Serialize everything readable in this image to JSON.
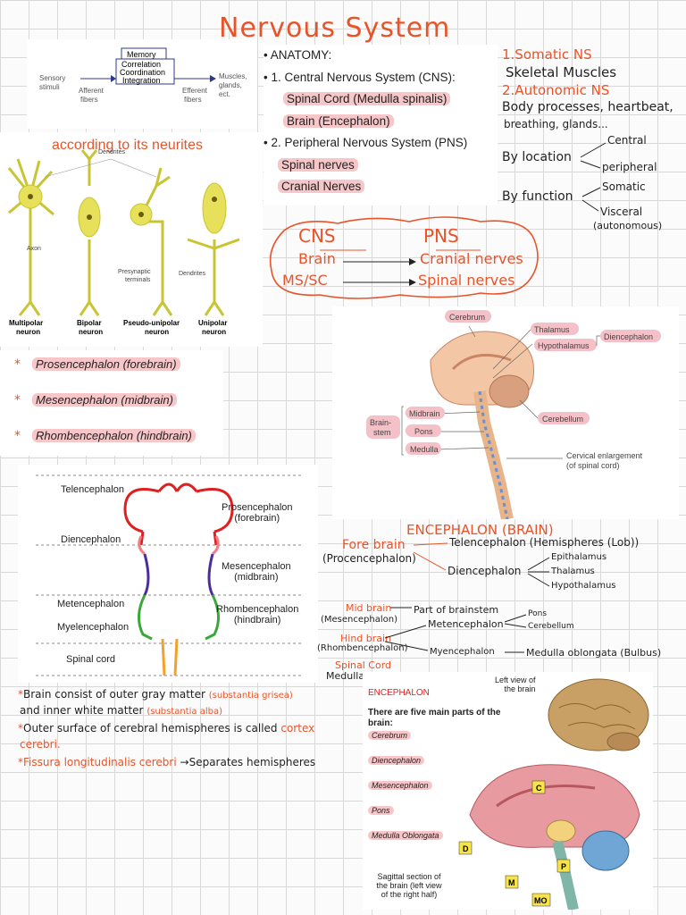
{
  "title": "Nervous System",
  "flow_diagram": {
    "memory": "Memory",
    "correlation": "Correlation",
    "coordination": "Coordination",
    "integration": "Integration",
    "sensory": [
      "Sensory",
      "stimuli"
    ],
    "afferent": [
      "Afferent",
      "fibers"
    ],
    "efferent": [
      "Efferent",
      "fibers"
    ],
    "muscles": [
      "Muscles,",
      "glands,",
      "ect."
    ]
  },
  "anatomy": {
    "header": "• ANATOMY:",
    "cns": "• 1. Central Nervous System (CNS):",
    "spinal_cord": "Spinal Cord (Medulla spinalis)",
    "brain": "Brain (Encephalon)",
    "pns": "• 2. Peripheral Nervous System (PNS)",
    "spinal_nerves": "Spinal nerves",
    "cranial_nerves": "Cranial Nerves"
  },
  "right_notes": {
    "somatic": "1.Somatic NS",
    "skeletal": "Skeletal Muscles",
    "autonomic": "2.Autonomic NS",
    "body": "Body processes, heartbeat,",
    "breathing": "breathing, glands...",
    "by_location": "By location",
    "central": "Central",
    "peripheral": "peripheral",
    "by_function": "By function",
    "somatic_branch": "Somatic",
    "visceral": "Visceral",
    "autonomous": "(autonomous)"
  },
  "neurites": {
    "title": "according to its neurites",
    "dendrites": "Dendrites",
    "axon": "Axon",
    "presynaptic": [
      "Presynaptic",
      "terminals"
    ],
    "dendrites2": "Dendrites",
    "types": [
      [
        "Multipolar",
        "neuron"
      ],
      [
        "Bipolar",
        "neuron"
      ],
      [
        "Pseudo-unipolar",
        "neuron"
      ],
      [
        "Unipolar",
        "neuron"
      ]
    ]
  },
  "cns_box": {
    "cns": "CNS",
    "pns": "PNS",
    "brain": "Brain",
    "cranial": "Cranial nerves",
    "ms": "MS/SC",
    "spinal": "Spinal nerves"
  },
  "brain_diagram": {
    "cerebrum": "Cerebrum",
    "thalamus": "Thalamus",
    "hypothalamus": "Hypothalamus",
    "diencephalon": "Diencephalon",
    "brainstem": [
      "Brain-",
      "stem"
    ],
    "midbrain": "Midbrain",
    "pons": "Pons",
    "medulla": "Medulla",
    "cerebellum": "Cerebellum",
    "cervical": [
      "Cervical enlargement",
      "(of spinal cord)"
    ]
  },
  "divisions": [
    "Prosencephalon (forebrain)",
    "Mesencephalon (midbrain)",
    "Rhombencephalon (hindbrain)"
  ],
  "vesicles": {
    "telencephalon": "Telencephalon",
    "diencephalon": "Diencephalon",
    "metencephalon": "Metencephalon",
    "myelencephalon": "Myelencephalon",
    "spinal_cord": "Spinal cord",
    "prosencephalon": [
      "Prosencephalon",
      "(forebrain)"
    ],
    "mesencephalon": [
      "Mesencephalon",
      "(midbrain)"
    ],
    "rhombencephalon": [
      "Rhombencephalon",
      "(hindbrain)"
    ]
  },
  "encephalon_notes": {
    "title": "ENCEPHALON (BRAIN)",
    "fore_brain": "Fore brain",
    "procencephalon": "(Procencephalon)",
    "telencephalon": "Telencephalon (Hemispheres (Lob))",
    "diencephalon": "Diencephalon",
    "epithalamus": "Epithalamus",
    "thalamus": "Thalamus",
    "hypothalamus": "Hypothalamus",
    "mid_brain": "Mid brain",
    "mesencephalon": "(Mesencephalon)",
    "part_brainstem": "Part of brainstem",
    "metencephalon": "Metencephalon",
    "pons": "Pons",
    "cerebellum": "Cerebellum",
    "hind_brain": "Hind brain",
    "rhombencephalon": "(Rhombencephalon)",
    "myencephalon": "Myencephalon",
    "medulla_oblongata": "Medulla oblongata (Bulbus)",
    "spinal_cord": "Spinal Cord",
    "medulla_spinalis": "Medulla Spinalis"
  },
  "bottom_notes": {
    "line1a": "Brain consist of outer gray matter",
    "line1b": "(substantia grisea)",
    "line2a": "and inner white matter",
    "line2b": "(substantia alba)",
    "line3a": "Outer surface of cerebral hemispheres is called",
    "line3b": "cortex",
    "line4": "cerebri.",
    "line5a": "Fissura longitudinalis cerebri",
    "line5b": "Separates hemispheres"
  },
  "encephalon_panel": {
    "title": "ENCEPHALON",
    "subtitle": [
      "There are five main parts of the",
      "brain:"
    ],
    "parts": [
      "Cerebrum",
      "Diencephalon",
      "Mesencephalon",
      "Pons",
      "Medulla Oblongata"
    ],
    "left_view": [
      "Left view of",
      "the brain"
    ],
    "sagittal": [
      "Sagittal section of",
      "the brain (left view",
      "of the right half)"
    ],
    "labels": [
      "C",
      "D",
      "M",
      "P",
      "MO"
    ]
  }
}
